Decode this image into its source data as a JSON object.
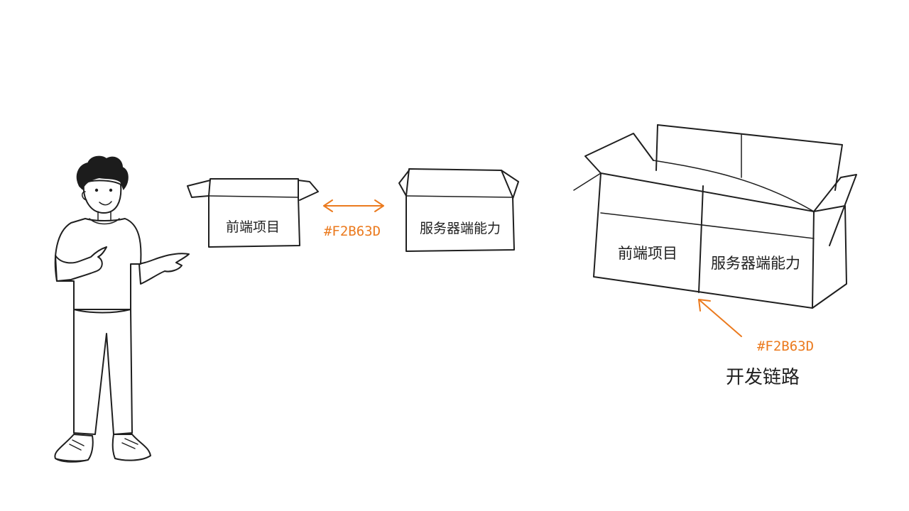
{
  "colors": {
    "accent": "#F2B63D",
    "arrow": "#EB7A1E",
    "ink": "#1f1f1f",
    "shirt": "#2F7FC1",
    "pants": "#555555",
    "shoes": "#3D8FD6"
  },
  "small_boxes": {
    "frontend_label": "前端项目",
    "server_label": "服务器端能力"
  },
  "link": {
    "color_label": "#F2B63D"
  },
  "combined_box": {
    "frontend_label": "前端项目",
    "server_label": "服务器端能力",
    "color_label": "#F2B63D",
    "caption": "开发链路"
  }
}
